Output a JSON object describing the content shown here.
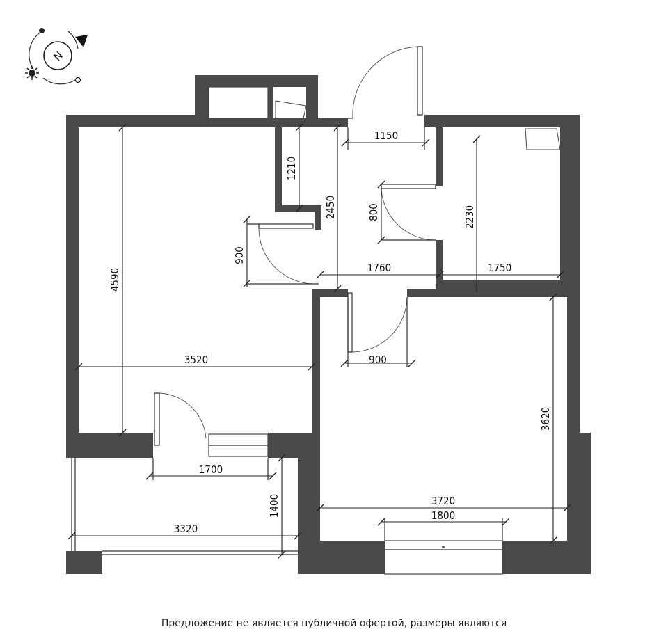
{
  "compass": {
    "label": "N"
  },
  "dimensions": {
    "hall_top_width": "1150",
    "pantry_depth": "1210",
    "corridor_height": "2450",
    "bath_door": "800",
    "bath_height": "2230",
    "room_door": "900",
    "corridor_width": "1760",
    "bath_width": "1750",
    "left_room_height": "4590",
    "left_room_width": "3520",
    "bedroom_door": "900",
    "bedroom_height": "3620",
    "balcony_door": "1700",
    "balcony_depth": "1400",
    "balcony_width": "3320",
    "bedroom_width": "3720",
    "bedroom_window": "1800"
  },
  "footer": {
    "text": "Предложение не является публичной офертой, размеры являются"
  }
}
